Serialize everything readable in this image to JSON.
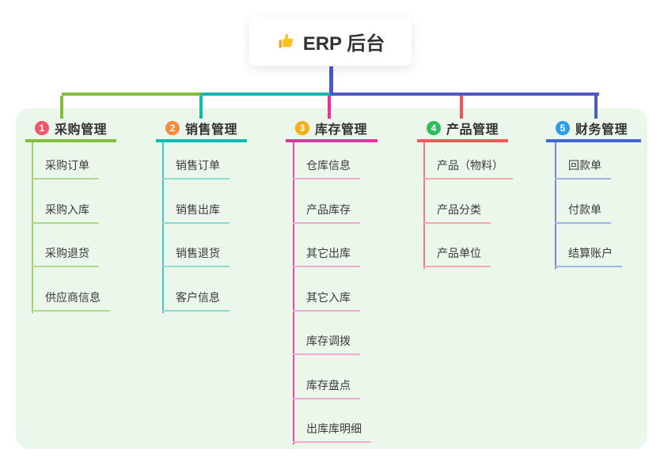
{
  "root": {
    "icon": "thumbs-up-icon",
    "label": "ERP 后台"
  },
  "colors": {
    "panel_bg": "#ECF7EB",
    "connector": "#4A5BC8",
    "text": "#333333"
  },
  "branches": [
    {
      "num": "1",
      "label": "采购管理",
      "badge_color": "#F2566B",
      "line_color": "#84BD3F",
      "stem_color": "#9FCE6B",
      "child_line_color": "#B2D98A",
      "children": [
        "采购订单",
        "采购入库",
        "采购退货",
        "供应商信息"
      ]
    },
    {
      "num": "2",
      "label": "销售管理",
      "badge_color": "#FA8C40",
      "line_color": "#12B9B1",
      "stem_color": "#3FC9C0",
      "child_line_color": "#8ADCD5",
      "children": [
        "销售订单",
        "销售出库",
        "销售退货",
        "客户信息"
      ]
    },
    {
      "num": "3",
      "label": "库存管理",
      "badge_color": "#FBAD18",
      "line_color": "#E8319A",
      "stem_color": "#F0479F",
      "child_line_color": "#F2A9CF",
      "children": [
        "仓库信息",
        "产品库存",
        "其它出库",
        "其它入库",
        "库存调拨",
        "库存盘点",
        "出库库明细"
      ]
    },
    {
      "num": "4",
      "label": "产品管理",
      "badge_color": "#2EBE60",
      "line_color": "#F2555C",
      "stem_color": "#F4787D",
      "child_line_color": "#F8A8A6",
      "children": [
        "产品（物料）",
        "产品分类",
        "产品单位"
      ]
    },
    {
      "num": "5",
      "label": "财务管理",
      "badge_color": "#2E9BE5",
      "line_color": "#4566D2",
      "stem_color": "#7289DC",
      "child_line_color": "#9FB3E8",
      "children": [
        "回款单",
        "付款单",
        "结算账户"
      ]
    }
  ]
}
